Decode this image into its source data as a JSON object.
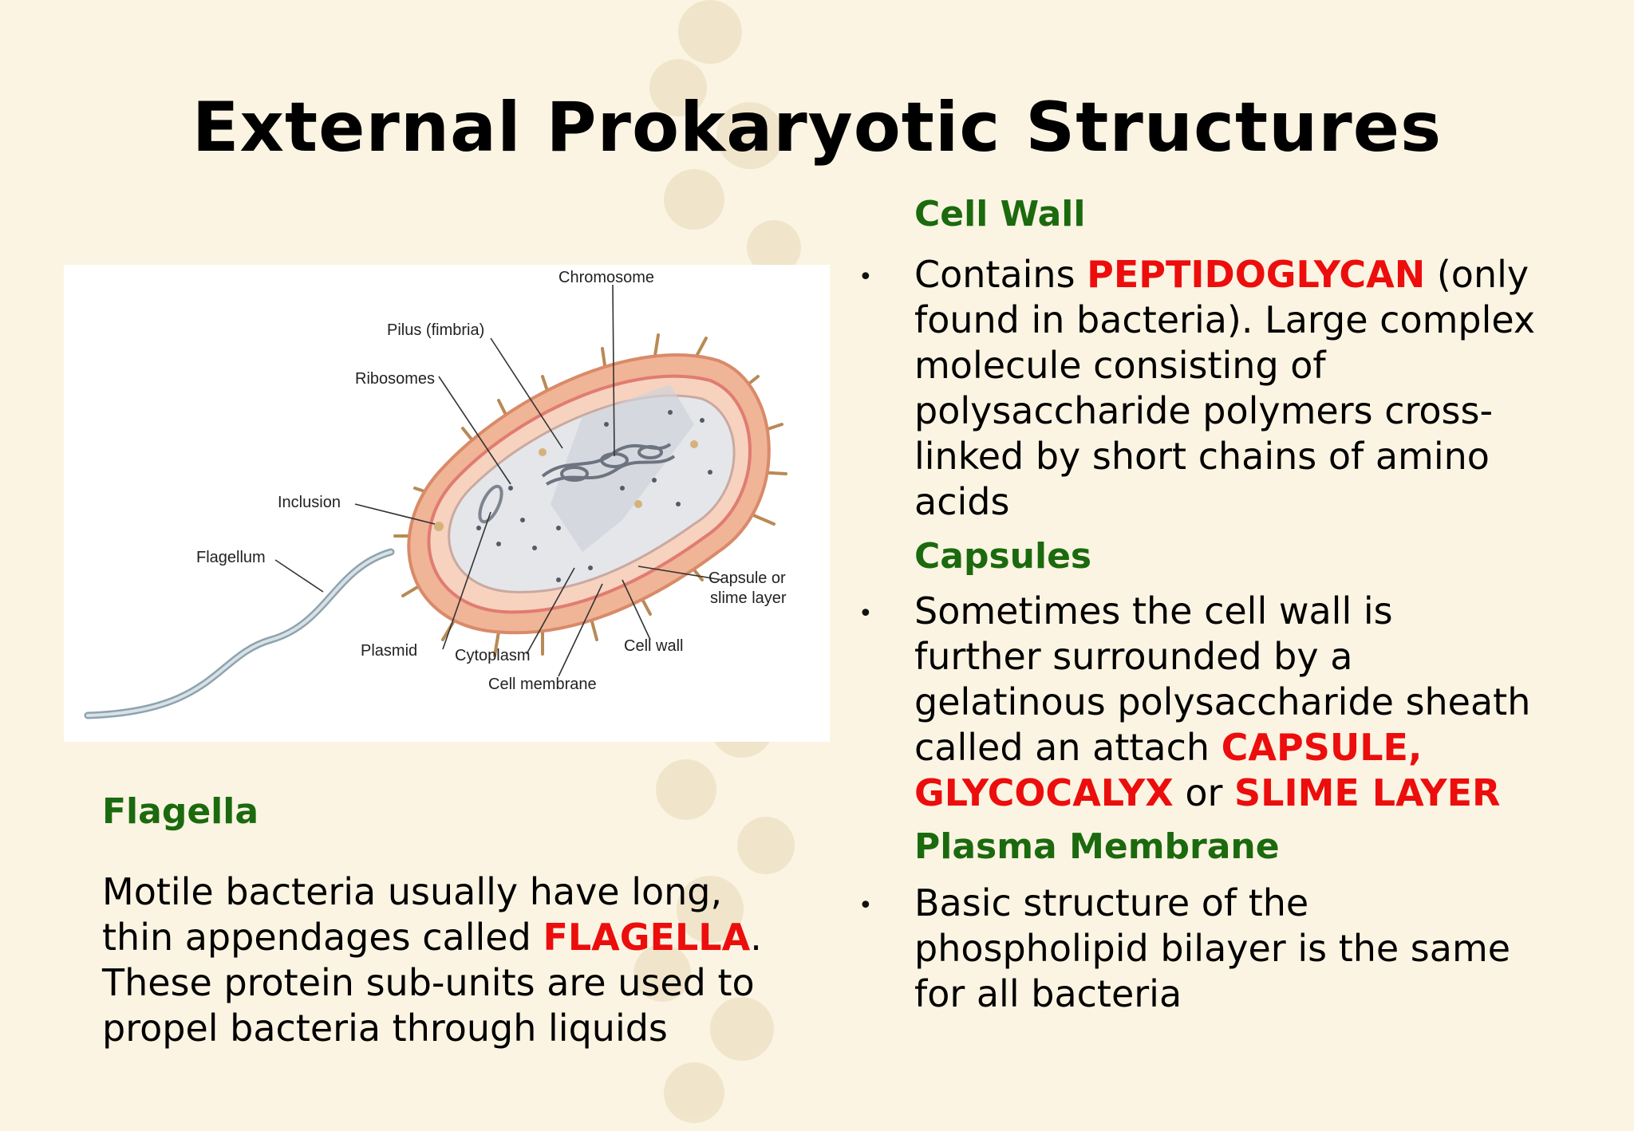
{
  "slide": {
    "title": "External Prokaryotic Structures"
  },
  "figure": {
    "labels": {
      "chromosome": "Chromosome",
      "pilus": "Pilus (fimbria)",
      "ribosomes": "Ribosomes",
      "inclusion": "Inclusion",
      "flagellum": "Flagellum",
      "capsule_1": "Capsule or",
      "capsule_2": "slime layer",
      "plasmid": "Plasmid",
      "cytoplasm": "Cytoplasm",
      "cell_wall": "Cell wall",
      "cell_membrane": "Cell membrane"
    }
  },
  "flagella": {
    "heading": "Flagella",
    "text_1": "Motile bacteria usually have long,",
    "text_2a": "thin appendages called ",
    "text_2_highlight": "FLAGELLA",
    "text_2b": ".",
    "text_3": "These protein sub-units are used to",
    "text_4": "propel bacteria through liquids"
  },
  "cell_wall": {
    "heading": "Cell  Wall",
    "bullet": "•",
    "text_1a": "Contains ",
    "text_1_highlight": "PEPTIDOGLYCAN",
    "text_1b": " (only",
    "text_2": "found in bacteria). Large complex",
    "text_3": "molecule consisting of",
    "text_4": "polysaccharide polymers cross-",
    "text_5": "linked by short chains of amino",
    "text_6": "acids"
  },
  "capsules": {
    "heading": "Capsules",
    "bullet": "•",
    "text_1": "Sometimes the cell wall is",
    "text_2": "further surrounded by a",
    "text_3": "gelatinous polysaccharide sheath",
    "text_4a": "called an attach ",
    "text_4_highlight": "CAPSULE,",
    "text_5_highlight_1": "GLYCOCALYX",
    "text_5_mid": " or ",
    "text_5_highlight_2": "SLIME LAYER"
  },
  "plasma_membrane": {
    "heading": "Plasma  Membrane",
    "bullet": "•",
    "text_1": "Basic structure of the",
    "text_2": "phospholipid bilayer is the same",
    "text_3": "for all bacteria"
  },
  "colors": {
    "background": "#fbf4e2",
    "heading_green": "#1b6a0e",
    "highlight_red": "#ec0d0d"
  }
}
